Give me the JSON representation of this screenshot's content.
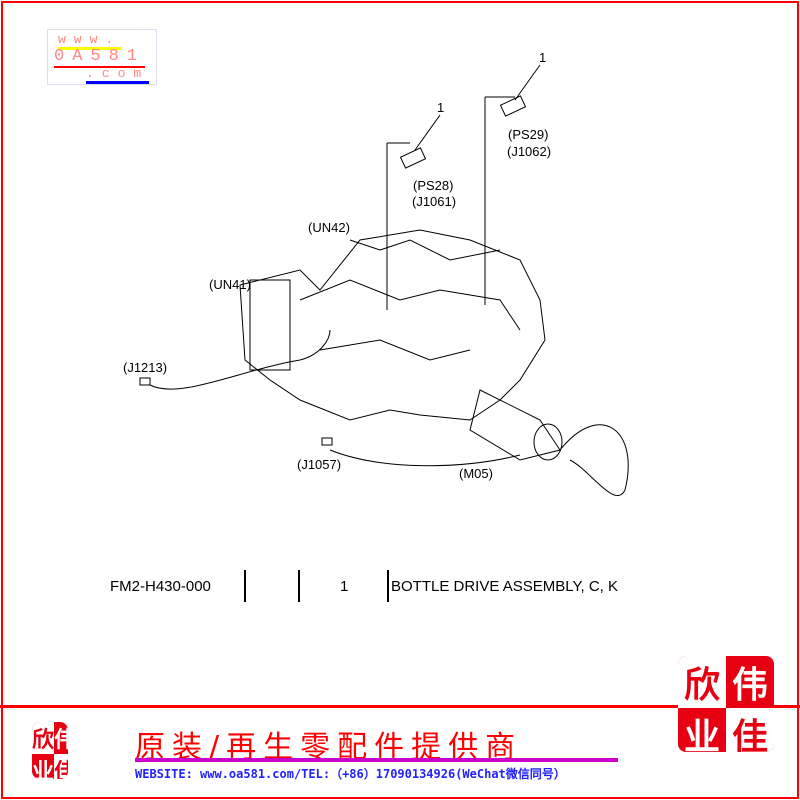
{
  "watermark": {
    "line1": "www.",
    "line2": "0A581",
    "line3": ".com"
  },
  "diagram": {
    "callouts": [
      "1",
      "1"
    ],
    "labels": {
      "ps29": "(PS29)",
      "j1062": "(J1062)",
      "ps28": "(PS28)",
      "j1061": "(J1061)",
      "un42": "(UN42)",
      "un41": "(UN41)",
      "j1213": "(J1213)",
      "j1057": "(J1057)",
      "m05": "(M05)"
    }
  },
  "part_row": {
    "part_number": "FM2-H430-000",
    "quantity": "1",
    "description": "BOTTLE DRIVE ASSEMBLY, C, K"
  },
  "brand": {
    "seal_chars": [
      "欣",
      "伟",
      "业",
      "佳"
    ],
    "slogan": "原装/再生零配件提供商",
    "website": "WEBSITE: www.oa581.com/TEL:（+86）17090134926(WeChat微信同号）",
    "red": "#e60012"
  }
}
